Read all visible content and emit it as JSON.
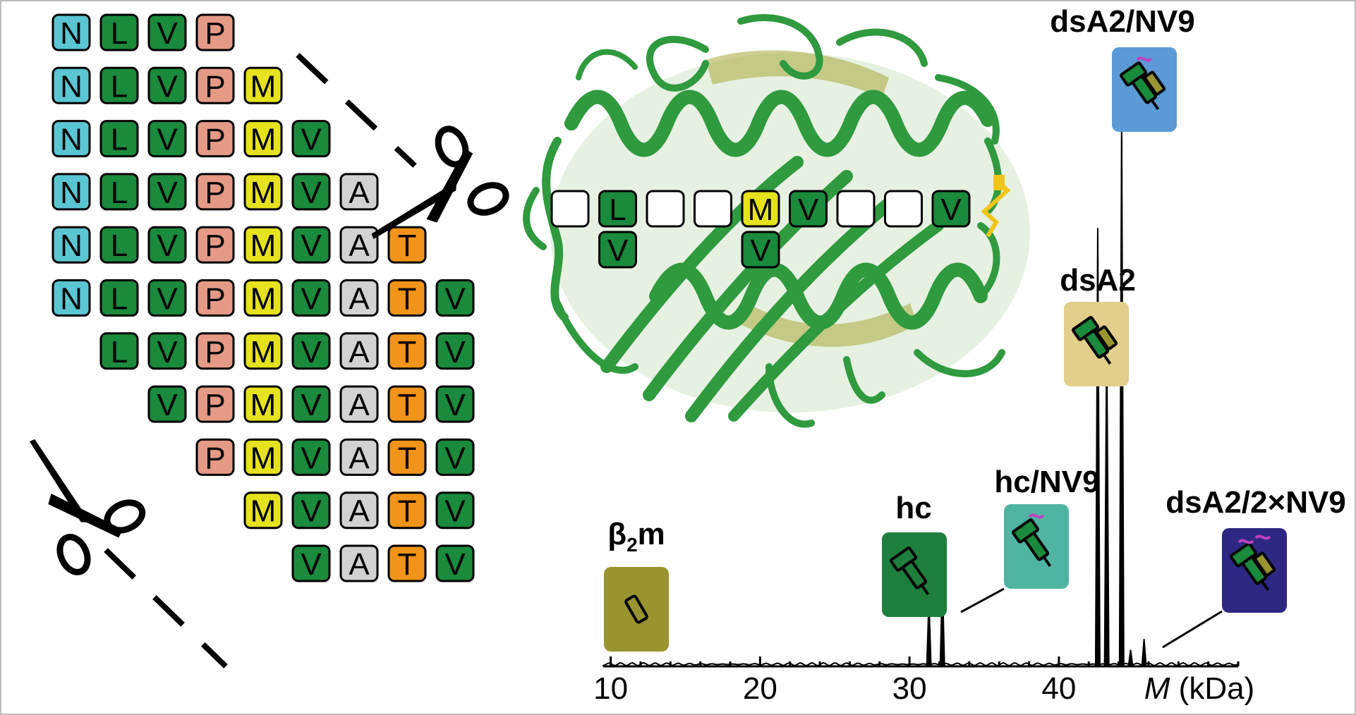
{
  "colors": {
    "N": "#5bc6d3",
    "L": "#1a8a3c",
    "V": "#1a8a3c",
    "P": "#e59a86",
    "M": "#e6e21e",
    "A": "#d2d2d2",
    "T": "#f2931a",
    "blank": "#ffffff",
    "protein": "#2f9a3e",
    "disulfide": "#f2c419"
  },
  "peptides": [
    {
      "residues": [
        "N",
        "L",
        "V",
        "P"
      ],
      "offset": 0
    },
    {
      "residues": [
        "N",
        "L",
        "V",
        "P",
        "M"
      ],
      "offset": 0
    },
    {
      "residues": [
        "N",
        "L",
        "V",
        "P",
        "M",
        "V"
      ],
      "offset": 0
    },
    {
      "residues": [
        "N",
        "L",
        "V",
        "P",
        "M",
        "V",
        "A"
      ],
      "offset": 0
    },
    {
      "residues": [
        "N",
        "L",
        "V",
        "P",
        "M",
        "V",
        "A",
        "T"
      ],
      "offset": 0
    },
    {
      "residues": [
        "N",
        "L",
        "V",
        "P",
        "M",
        "V",
        "A",
        "T",
        "V"
      ],
      "offset": 0
    },
    {
      "residues": [
        "L",
        "V",
        "P",
        "M",
        "V",
        "A",
        "T",
        "V"
      ],
      "offset": 1
    },
    {
      "residues": [
        "V",
        "P",
        "M",
        "V",
        "A",
        "T",
        "V"
      ],
      "offset": 2
    },
    {
      "residues": [
        "P",
        "M",
        "V",
        "A",
        "T",
        "V"
      ],
      "offset": 3
    },
    {
      "residues": [
        "M",
        "V",
        "A",
        "T",
        "V"
      ],
      "offset": 4
    },
    {
      "residues": [
        "V",
        "A",
        "T",
        "V"
      ],
      "offset": 5
    }
  ],
  "pocket": {
    "top": [
      "",
      "L",
      "",
      "",
      "M",
      "V",
      "",
      "",
      "V"
    ],
    "bottom": [
      {
        "pos": 1,
        "res": "V"
      },
      {
        "pos": 4,
        "res": "V"
      }
    ]
  },
  "spectrum": {
    "xaxis": {
      "label_italic": "M",
      "label_unit": " (kDa)",
      "min": 9.5,
      "max": 52.0,
      "ticks": [
        10,
        20,
        30,
        40
      ],
      "minor_step": 2
    },
    "peaks": [
      {
        "mass": 31.3,
        "height": 0.12
      },
      {
        "mass": 32.2,
        "height": 0.16
      },
      {
        "mass": 42.6,
        "height": 0.8
      },
      {
        "mass": 43.2,
        "height": 0.61
      },
      {
        "mass": 44.2,
        "height": 1.0
      },
      {
        "mass": 44.8,
        "height": 0.03
      },
      {
        "mass": 45.7,
        "height": 0.05
      }
    ]
  },
  "species": [
    {
      "id": "b2m",
      "label": "β",
      "label_sub": "2",
      "label_tail": "m",
      "color": "#9a9430"
    },
    {
      "id": "hc",
      "label": "hc",
      "color": "#1e7f3c"
    },
    {
      "id": "hc_nv9",
      "label": "hc/NV9",
      "color": "#4fb5a2"
    },
    {
      "id": "dsA2",
      "label": "dsA2",
      "color": "#e1cf8b"
    },
    {
      "id": "dsA2_nv9",
      "label": "dsA2/NV9",
      "color": "#5b9ad6"
    },
    {
      "id": "dsA2_2nv9",
      "label": "dsA2/2×NV9",
      "color": "#2d2882"
    }
  ]
}
